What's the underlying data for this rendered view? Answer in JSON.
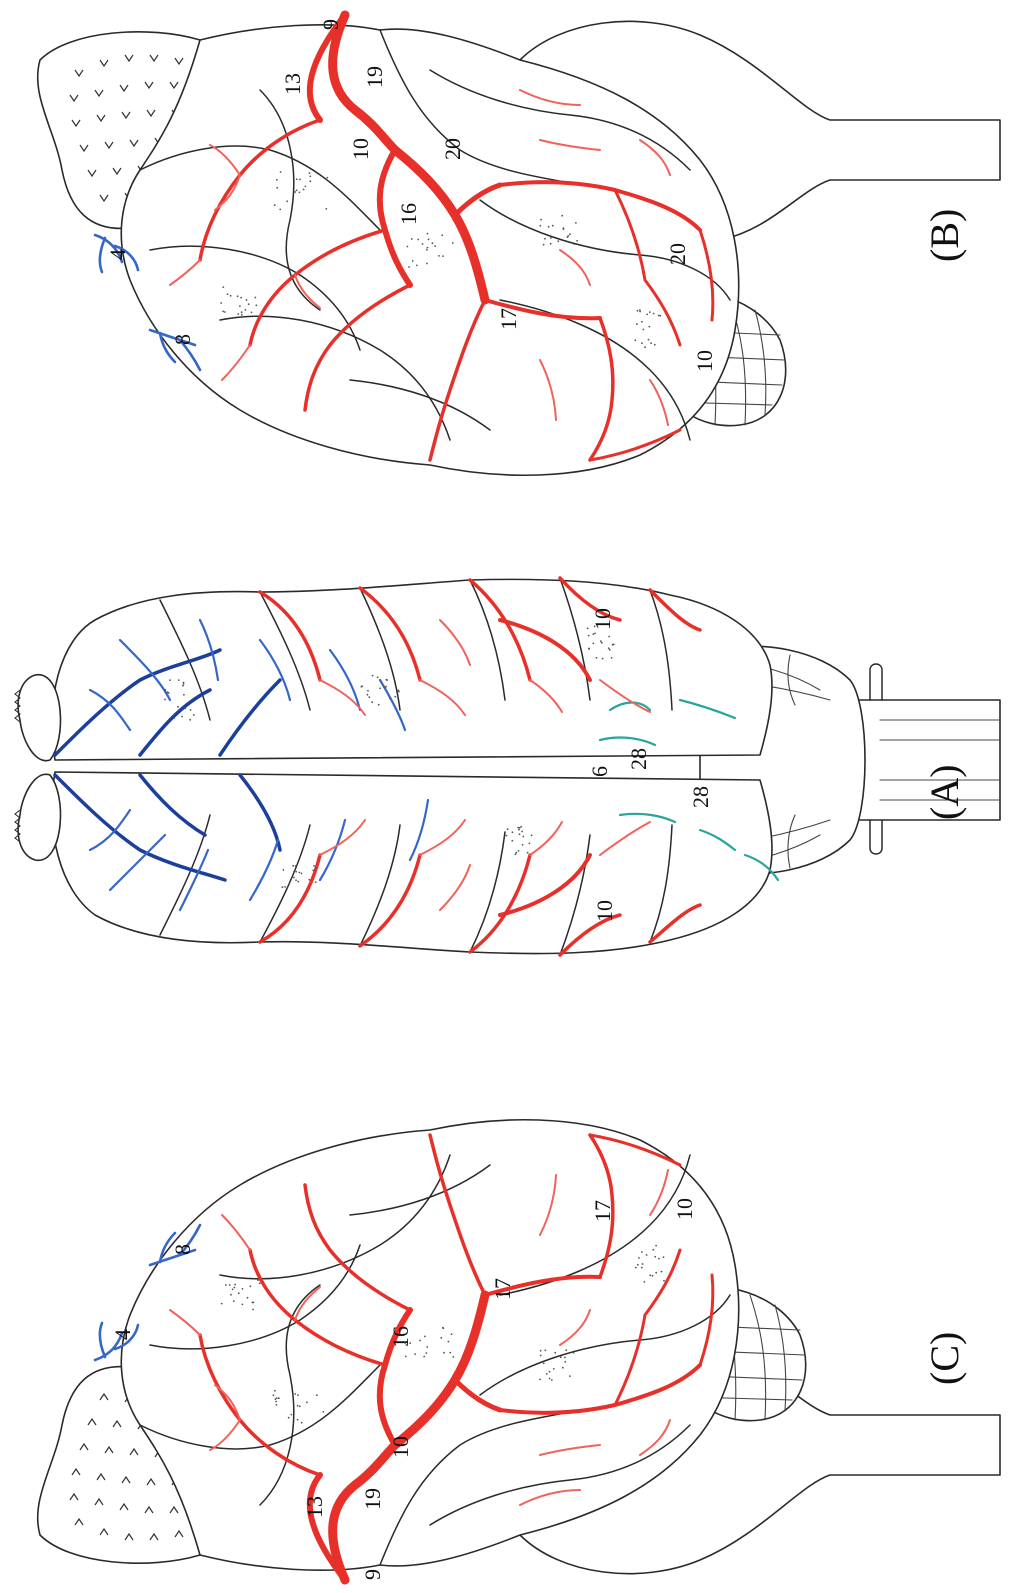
{
  "colors": {
    "artery": "#e8302a",
    "artery_light": "#f0625a",
    "vein_dark": "#1c3f9c",
    "vein": "#3566c8",
    "cyan": "#27a79a",
    "outline": "#2a2a2a"
  },
  "panels": {
    "a": {
      "title": "(A)",
      "labels": {
        "n6": "6",
        "n10_left": "10",
        "n10_right": "10",
        "n28_upper": "28",
        "n28_lower": "28"
      }
    },
    "b": {
      "title": "(B)",
      "labels": {
        "n4": "4",
        "n8": "8",
        "n9": "9",
        "n10_top": "10",
        "n10_bottom": "10",
        "n13": "13",
        "n16": "16",
        "n17": "17",
        "n19": "19",
        "n20_top": "20",
        "n20_bottom": "20"
      }
    },
    "c": {
      "title": "(C)",
      "labels": {
        "n4": "4",
        "n8": "8",
        "n9": "9",
        "n10_top": "10",
        "n10_bottom": "10",
        "n13": "13",
        "n16": "16",
        "n17_mid": "17",
        "n17_right": "17",
        "n19": "19"
      }
    }
  }
}
